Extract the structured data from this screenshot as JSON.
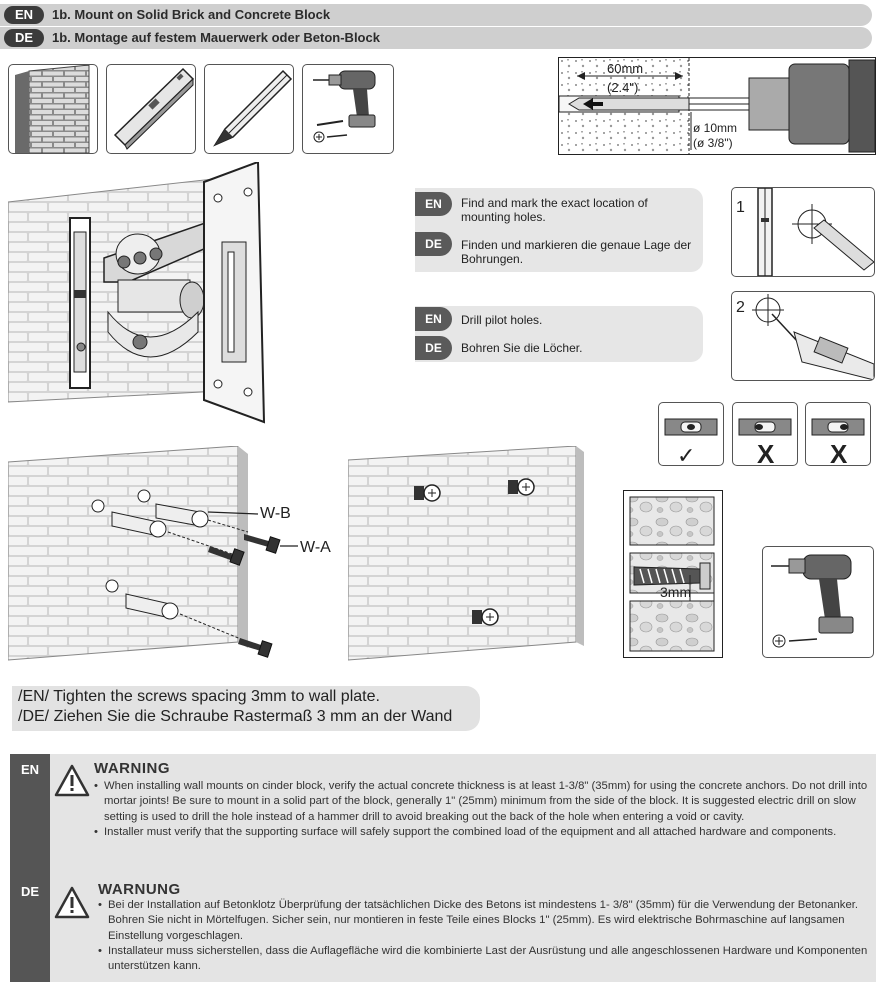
{
  "header": {
    "en_tag": "EN",
    "en_title": "1b. Mount on Solid Brick and Concrete Block",
    "de_tag": "DE",
    "de_title": "1b. Montage auf festem Mauerwerk oder Beton-Block"
  },
  "drill_diagram": {
    "depth": "60mm",
    "depth_in": "(2.4\")",
    "diameter": "ø 10mm",
    "diameter_in": "(ø 3/8\")"
  },
  "steps": [
    {
      "en_tag": "EN",
      "en": "Find and mark the exact location of mounting holes.",
      "de_tag": "DE",
      "de": "Finden und markieren die genaue Lage der Bohrungen."
    },
    {
      "en_tag": "EN",
      "en": "Drill pilot holes.",
      "de_tag": "DE",
      "de": "Bohren Sie die Löcher."
    }
  ],
  "step_numbers": [
    "1",
    "2"
  ],
  "level_marks": [
    "✓",
    "X",
    "X"
  ],
  "hardware_labels": {
    "wb": "W-B",
    "wa": "W-A"
  },
  "spacing_label": "3mm",
  "tighten_note": {
    "en": "/EN/ Tighten the screws spacing 3mm to wall plate.",
    "de": "/DE/ Ziehen Sie die Schraube Rastermaß 3 mm an der Wand"
  },
  "warning_en": {
    "tag": "EN",
    "title": "WARNING",
    "items": [
      "When installing wall mounts on cinder block, verify the actual concrete thickness is at least 1-3/8\" (35mm) for using the concrete anchors. Do not drill into mortar joints! Be sure to mount in a solid part of the block, generally 1\" (25mm) minimum from the side of the block. It is suggested electric drill on slow setting is used to drill the hole instead of a hammer drill to avoid breaking out the back of the hole when entering a void or cavity.",
      "Installer must verify that the supporting surface will safely support the combined load of the equipment and all attached hardware and components."
    ]
  },
  "warning_de": {
    "tag": "DE",
    "title": "WARNUNG",
    "items": [
      "Bei der Installation auf Betonklotz Überprüfung der tatsächlichen Dicke des Betons ist mindestens 1- 3/8\" (35mm) für die Verwendung der Betonanker. Bohren Sie nicht in Mörtelfugen. Sicher sein, nur montieren in feste Teile eines Blocks 1\" (25mm). Es wird elektrische Bohrmaschine auf langsamen Einstellung vorgeschlagen.",
      "Installateur muss sicherstellen, dass die Auflagefläche wird die kombinierte Last der Ausrüstung und alle angeschlossenen Hardware und Komponenten unterstützen kann."
    ]
  }
}
